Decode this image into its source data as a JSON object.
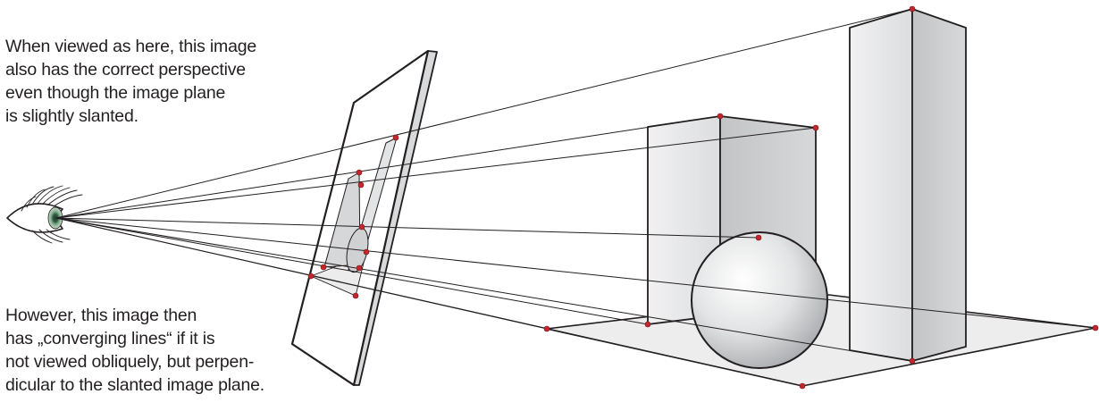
{
  "captions": {
    "top": [
      "When viewed as here, this image",
      "also has the correct perspective",
      "even though the image plane",
      "is slightly slanted."
    ],
    "bottom": [
      "However, this image then",
      "has „converging lines“ if it is",
      "not viewed obliquely, but perpen-",
      "dicular to the slanted image plane."
    ]
  },
  "colors": {
    "stroke": "#231f20",
    "point": "#c1272d",
    "box_light": "#ececed",
    "box_dark": "#c9cacc",
    "floor": "#ededee",
    "iris": "#7fa98c"
  },
  "icons": {
    "eye": "eye-icon"
  }
}
